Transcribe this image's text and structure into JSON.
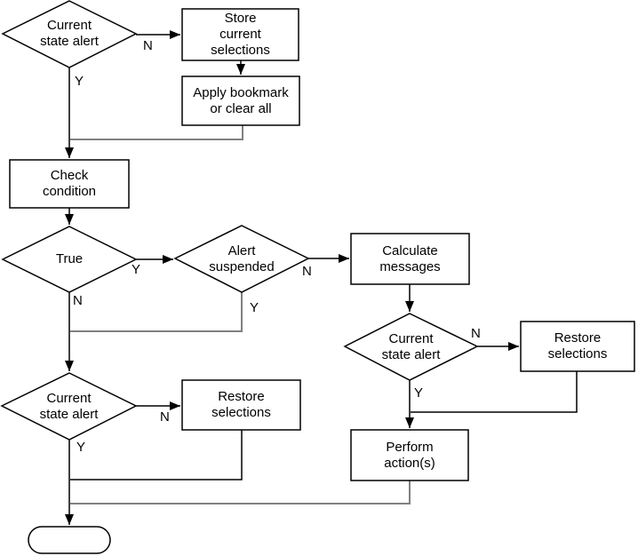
{
  "diagram": {
    "type": "flowchart",
    "colors": {
      "line": "#000000",
      "merge_line": "#808080",
      "shape_fill": "#ffffff",
      "text": "#000000",
      "background": "#ffffff"
    },
    "nodes": {
      "current_state_alert_top": {
        "shape": "decision",
        "label": "Current\nstate alert"
      },
      "store_current_selections": {
        "shape": "process",
        "label": "Store\ncurrent\nselections"
      },
      "apply_bookmark_or_clear_all": {
        "shape": "process",
        "label": "Apply bookmark\nor clear all"
      },
      "check_condition": {
        "shape": "process",
        "label": "Check\ncondition"
      },
      "true_decision": {
        "shape": "decision",
        "label": "True"
      },
      "alert_suspended": {
        "shape": "decision",
        "label": "Alert\nsuspended"
      },
      "calculate_messages": {
        "shape": "process",
        "label": "Calculate\nmessages"
      },
      "current_state_alert_right": {
        "shape": "decision",
        "label": "Current\nstate alert"
      },
      "restore_selections_right": {
        "shape": "process",
        "label": "Restore\nselections"
      },
      "perform_actions": {
        "shape": "process",
        "label": "Perform\naction(s)"
      },
      "current_state_alert_bottom": {
        "shape": "decision",
        "label": "Current\nstate alert"
      },
      "restore_selections_left": {
        "shape": "process",
        "label": "Restore\nselections"
      },
      "end_terminator": {
        "shape": "terminator",
        "label": ""
      }
    },
    "edge_labels": {
      "top_alert_no": "N",
      "top_alert_yes": "Y",
      "true_yes": "Y",
      "true_no": "N",
      "alert_suspended_no": "N",
      "alert_suspended_yes": "Y",
      "right_alert_no": "N",
      "right_alert_yes": "Y",
      "bottom_alert_no": "N",
      "bottom_alert_yes": "Y"
    }
  }
}
